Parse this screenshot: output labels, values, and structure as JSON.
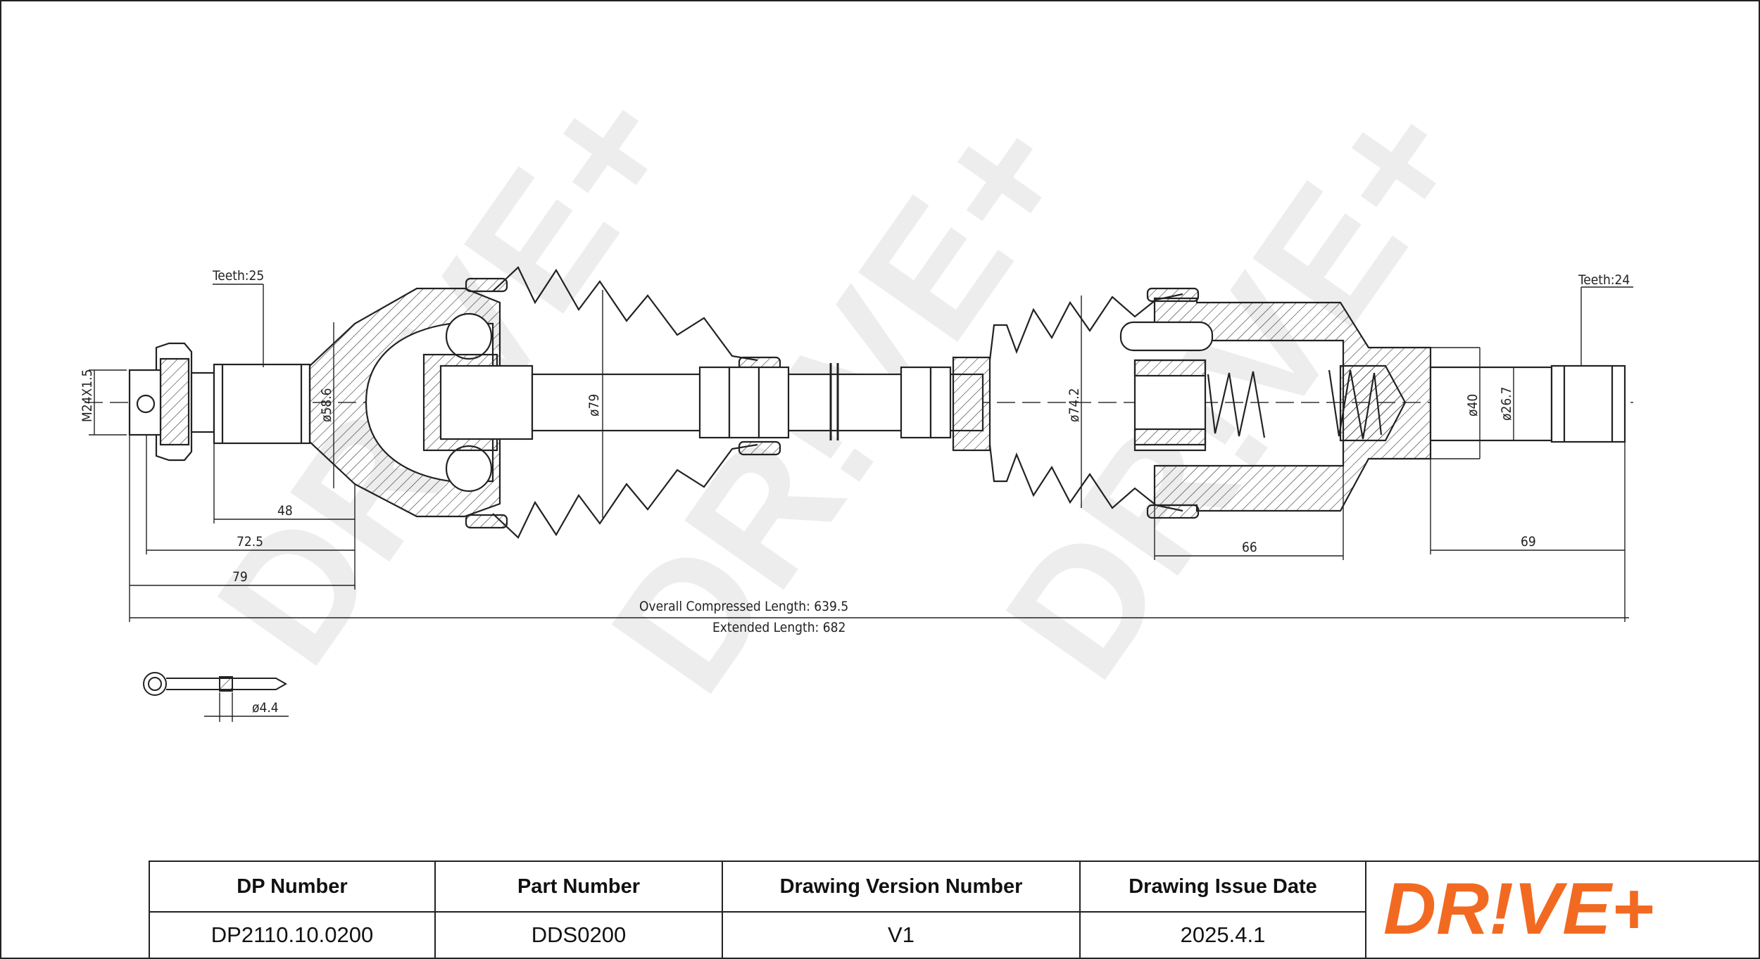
{
  "drawing": {
    "left_spline": "Teeth:25",
    "right_spline": "Teeth:24",
    "thread": "M24X1.5",
    "diameters": {
      "d_58_6": "ø58.6",
      "d_79": "ø79",
      "d_74_2": "ø74.2",
      "d_40": "ø40",
      "d_26_7": "ø26.7",
      "d_pin": "ø4.4"
    },
    "lengths": {
      "l48": "48",
      "l72_5": "72.5",
      "l79": "79",
      "l66": "66",
      "l69": "69"
    },
    "overall_compressed": "Overall Compressed Length: 639.5",
    "extended_length": "Extended Length: 682",
    "watermark": "DR!VE+"
  },
  "title_block": {
    "headers": [
      "DP Number",
      "Part Number",
      "Drawing Version Number",
      "Drawing Issue Date"
    ],
    "values": [
      "DP2110.10.0200",
      "DDS0200",
      "V1",
      "2025.4.1"
    ],
    "logo": "DR!VE+"
  },
  "colors": {
    "logo_orange": "#F26A21",
    "line": "#222222",
    "watermark": "#ECECEC"
  }
}
